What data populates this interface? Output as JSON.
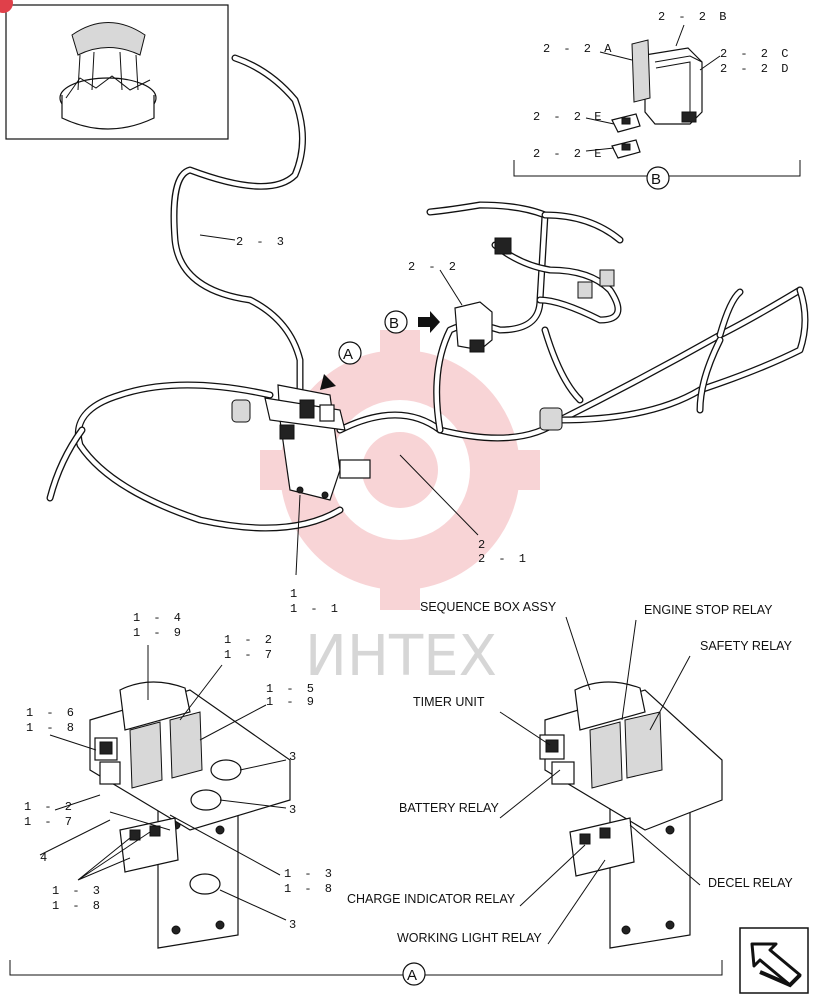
{
  "inset": {
    "badge_text": ""
  },
  "watermark": {
    "text": "ИНТЕХ"
  },
  "detail_b": {
    "callout_letter": "B",
    "labels": {
      "p22a": "2 - 2 A",
      "p22b": "2 - 2 B",
      "p22c": "2 - 2 C",
      "p22d": "2 - 2 D",
      "p22e1": "2 - 2 E",
      "p22e2": "2 - 2 E"
    }
  },
  "main": {
    "labels": {
      "p23": "2 - 3",
      "p22": "2 - 2",
      "p2": "2",
      "p21": "2 - 1",
      "p1": "1",
      "p11": "1 - 1"
    },
    "arrow_a": "A",
    "arrow_b": "B"
  },
  "detail_a_left": {
    "labels": {
      "p14": "1 - 4",
      "p19a": "1 - 9",
      "p12a": "1 - 2",
      "p17a": "1 - 7",
      "p15": "1 - 5",
      "p19b": "1 - 9",
      "p16": "1 - 6",
      "p18a": "1 - 8",
      "p3a": "3",
      "p3b": "3",
      "p12b": "1 - 2",
      "p17b": "1 - 7",
      "p4": "4",
      "p13a": "1 - 3",
      "p18b": "1 - 8",
      "p13b": "1 - 3",
      "p18c": "1 - 8",
      "p3c": "3"
    }
  },
  "detail_a_right": {
    "labels": {
      "sequence_box": "SEQUENCE BOX ASSY",
      "engine_stop": "ENGINE STOP RELAY",
      "safety": "SAFETY RELAY",
      "timer": "TIMER UNIT",
      "battery": "BATTERY RELAY",
      "decel": "DECEL RELAY",
      "charge": "CHARGE INDICATOR RELAY",
      "working_light": "WORKING LIGHT RELAY"
    }
  },
  "detail_a": {
    "callout_letter": "A"
  },
  "nav": {
    "icon": "arrow-icon"
  }
}
